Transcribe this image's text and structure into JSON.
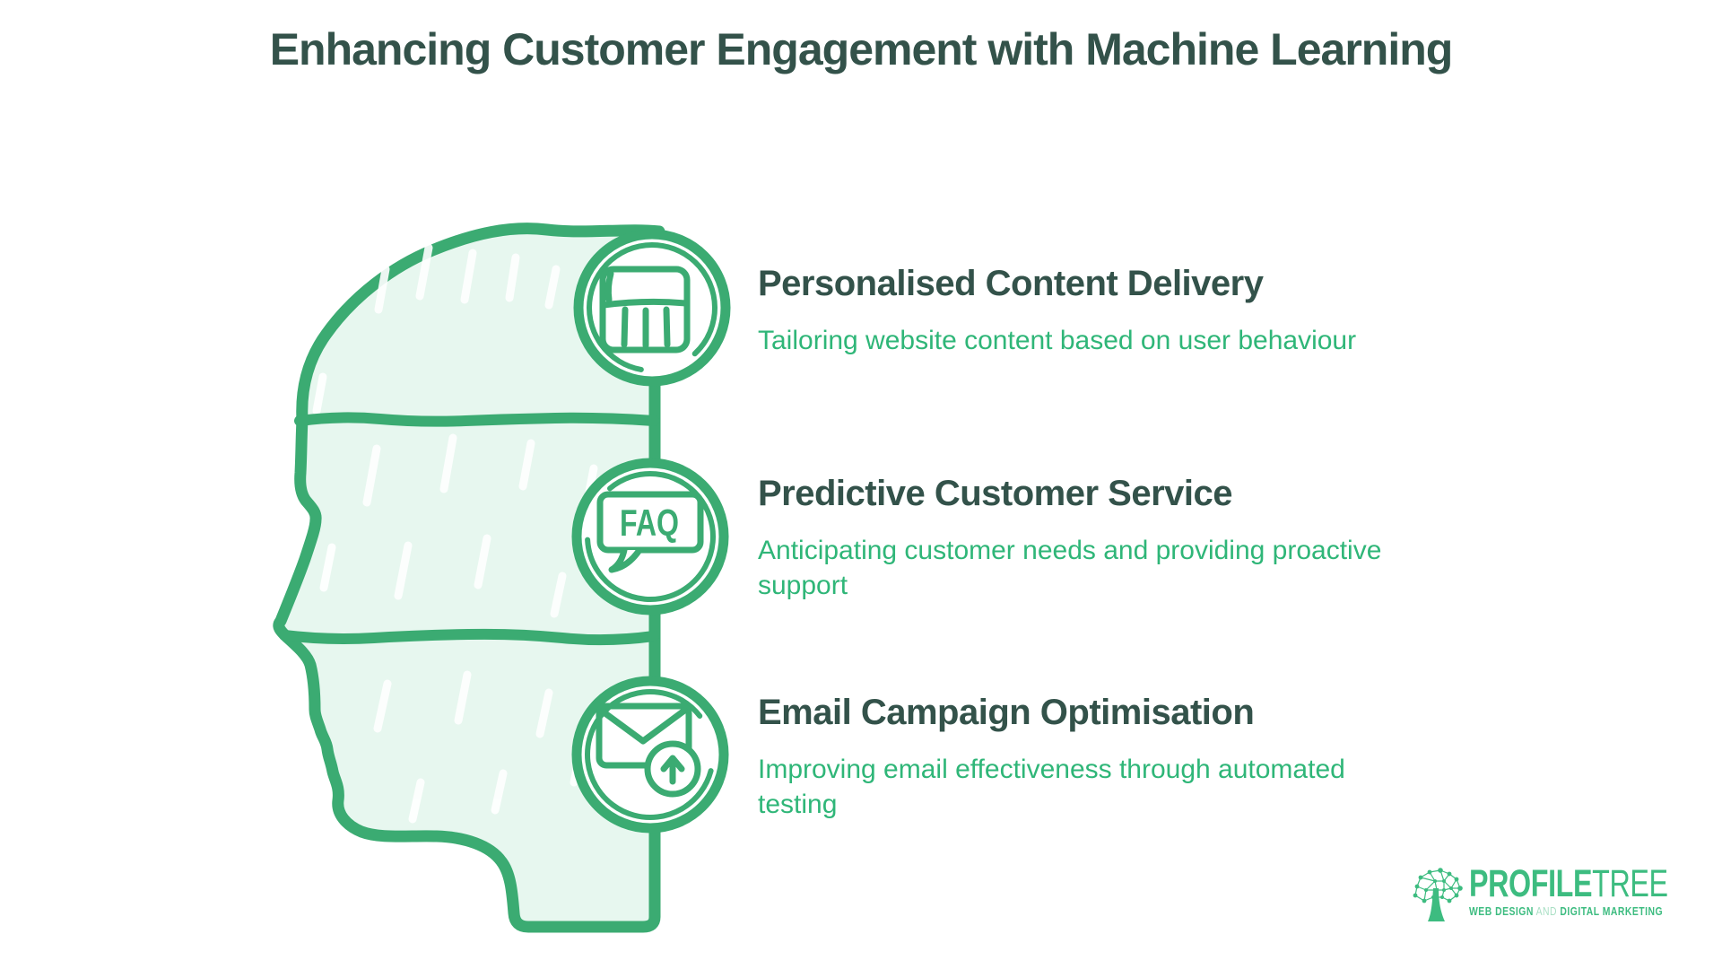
{
  "title": "Enhancing Customer Engagement with Machine Learning",
  "colors": {
    "background": "#ffffff",
    "heading_dark_green": "#33524a",
    "body_green": "#2fb678",
    "illustration_green": "#3bab72",
    "head_fill_mint": "#e7f7ef",
    "logo_green": "#3dbc80",
    "logo_light_green": "#a9dfc4"
  },
  "items": [
    {
      "icon": "browser-window-icon",
      "title": "Personalised Content Delivery",
      "description": "Tailoring website content based on user behaviour"
    },
    {
      "icon": "faq-speech-bubble-icon",
      "title": "Predictive Customer Service",
      "description": "Anticipating customer needs and providing proactive\nsupport"
    },
    {
      "icon": "email-send-icon",
      "title": "Email Campaign Optimisation",
      "description": "Improving email effectiveness through automated\ntesting"
    }
  ],
  "icons": {
    "faq_label": "FAQ"
  },
  "logo": {
    "name_bold": "PROFILE",
    "name_light": "TREE",
    "tagline_parts": [
      "WEB DESIGN",
      " AND ",
      "DIGITAL MARKETING"
    ]
  }
}
